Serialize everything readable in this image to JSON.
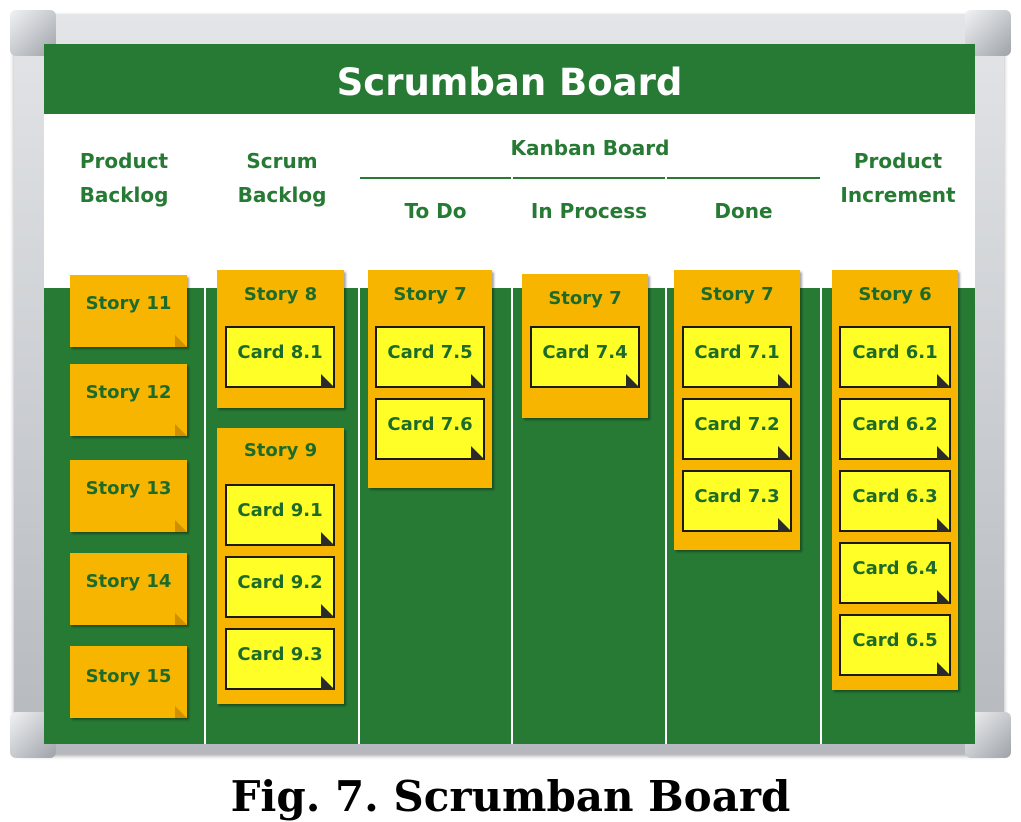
{
  "board": {
    "title": "Scrumban Board",
    "headers": {
      "product_backlog": [
        "Product",
        "Backlog"
      ],
      "scrum_backlog": [
        "Scrum",
        "Backlog"
      ],
      "kanban_board": "Kanban Board",
      "to_do": "To Do",
      "in_process": "In Process",
      "done": "Done",
      "product_increment": [
        "Product",
        "Increment"
      ]
    },
    "product_backlog": [
      "Story 11",
      "Story 12",
      "Story 13",
      "Story 14",
      "Story 15"
    ],
    "scrum_backlog": [
      {
        "story": "Story 8",
        "cards": [
          "Card 8.1"
        ]
      },
      {
        "story": "Story 9",
        "cards": [
          "Card 9.1",
          "Card 9.2",
          "Card 9.3"
        ]
      }
    ],
    "to_do": {
      "story": "Story 7",
      "cards": [
        "Card 7.5",
        "Card 7.6"
      ]
    },
    "in_process": {
      "story": "Story 7",
      "cards": [
        "Card 7.4"
      ]
    },
    "done": {
      "story": "Story 7",
      "cards": [
        "Card 7.1",
        "Card 7.2",
        "Card 7.3"
      ]
    },
    "product_increment": {
      "story": "Story 6",
      "cards": [
        "Card 6.1",
        "Card 6.2",
        "Card 6.3",
        "Card 6.4",
        "Card 6.5"
      ]
    }
  },
  "caption": "Fig. 7. Scrumban Board",
  "colors": {
    "board": "#267a34",
    "story": "#f7b500",
    "card": "#ffff27",
    "header_bg": "#ffffff",
    "text": "#1d6b2a"
  }
}
